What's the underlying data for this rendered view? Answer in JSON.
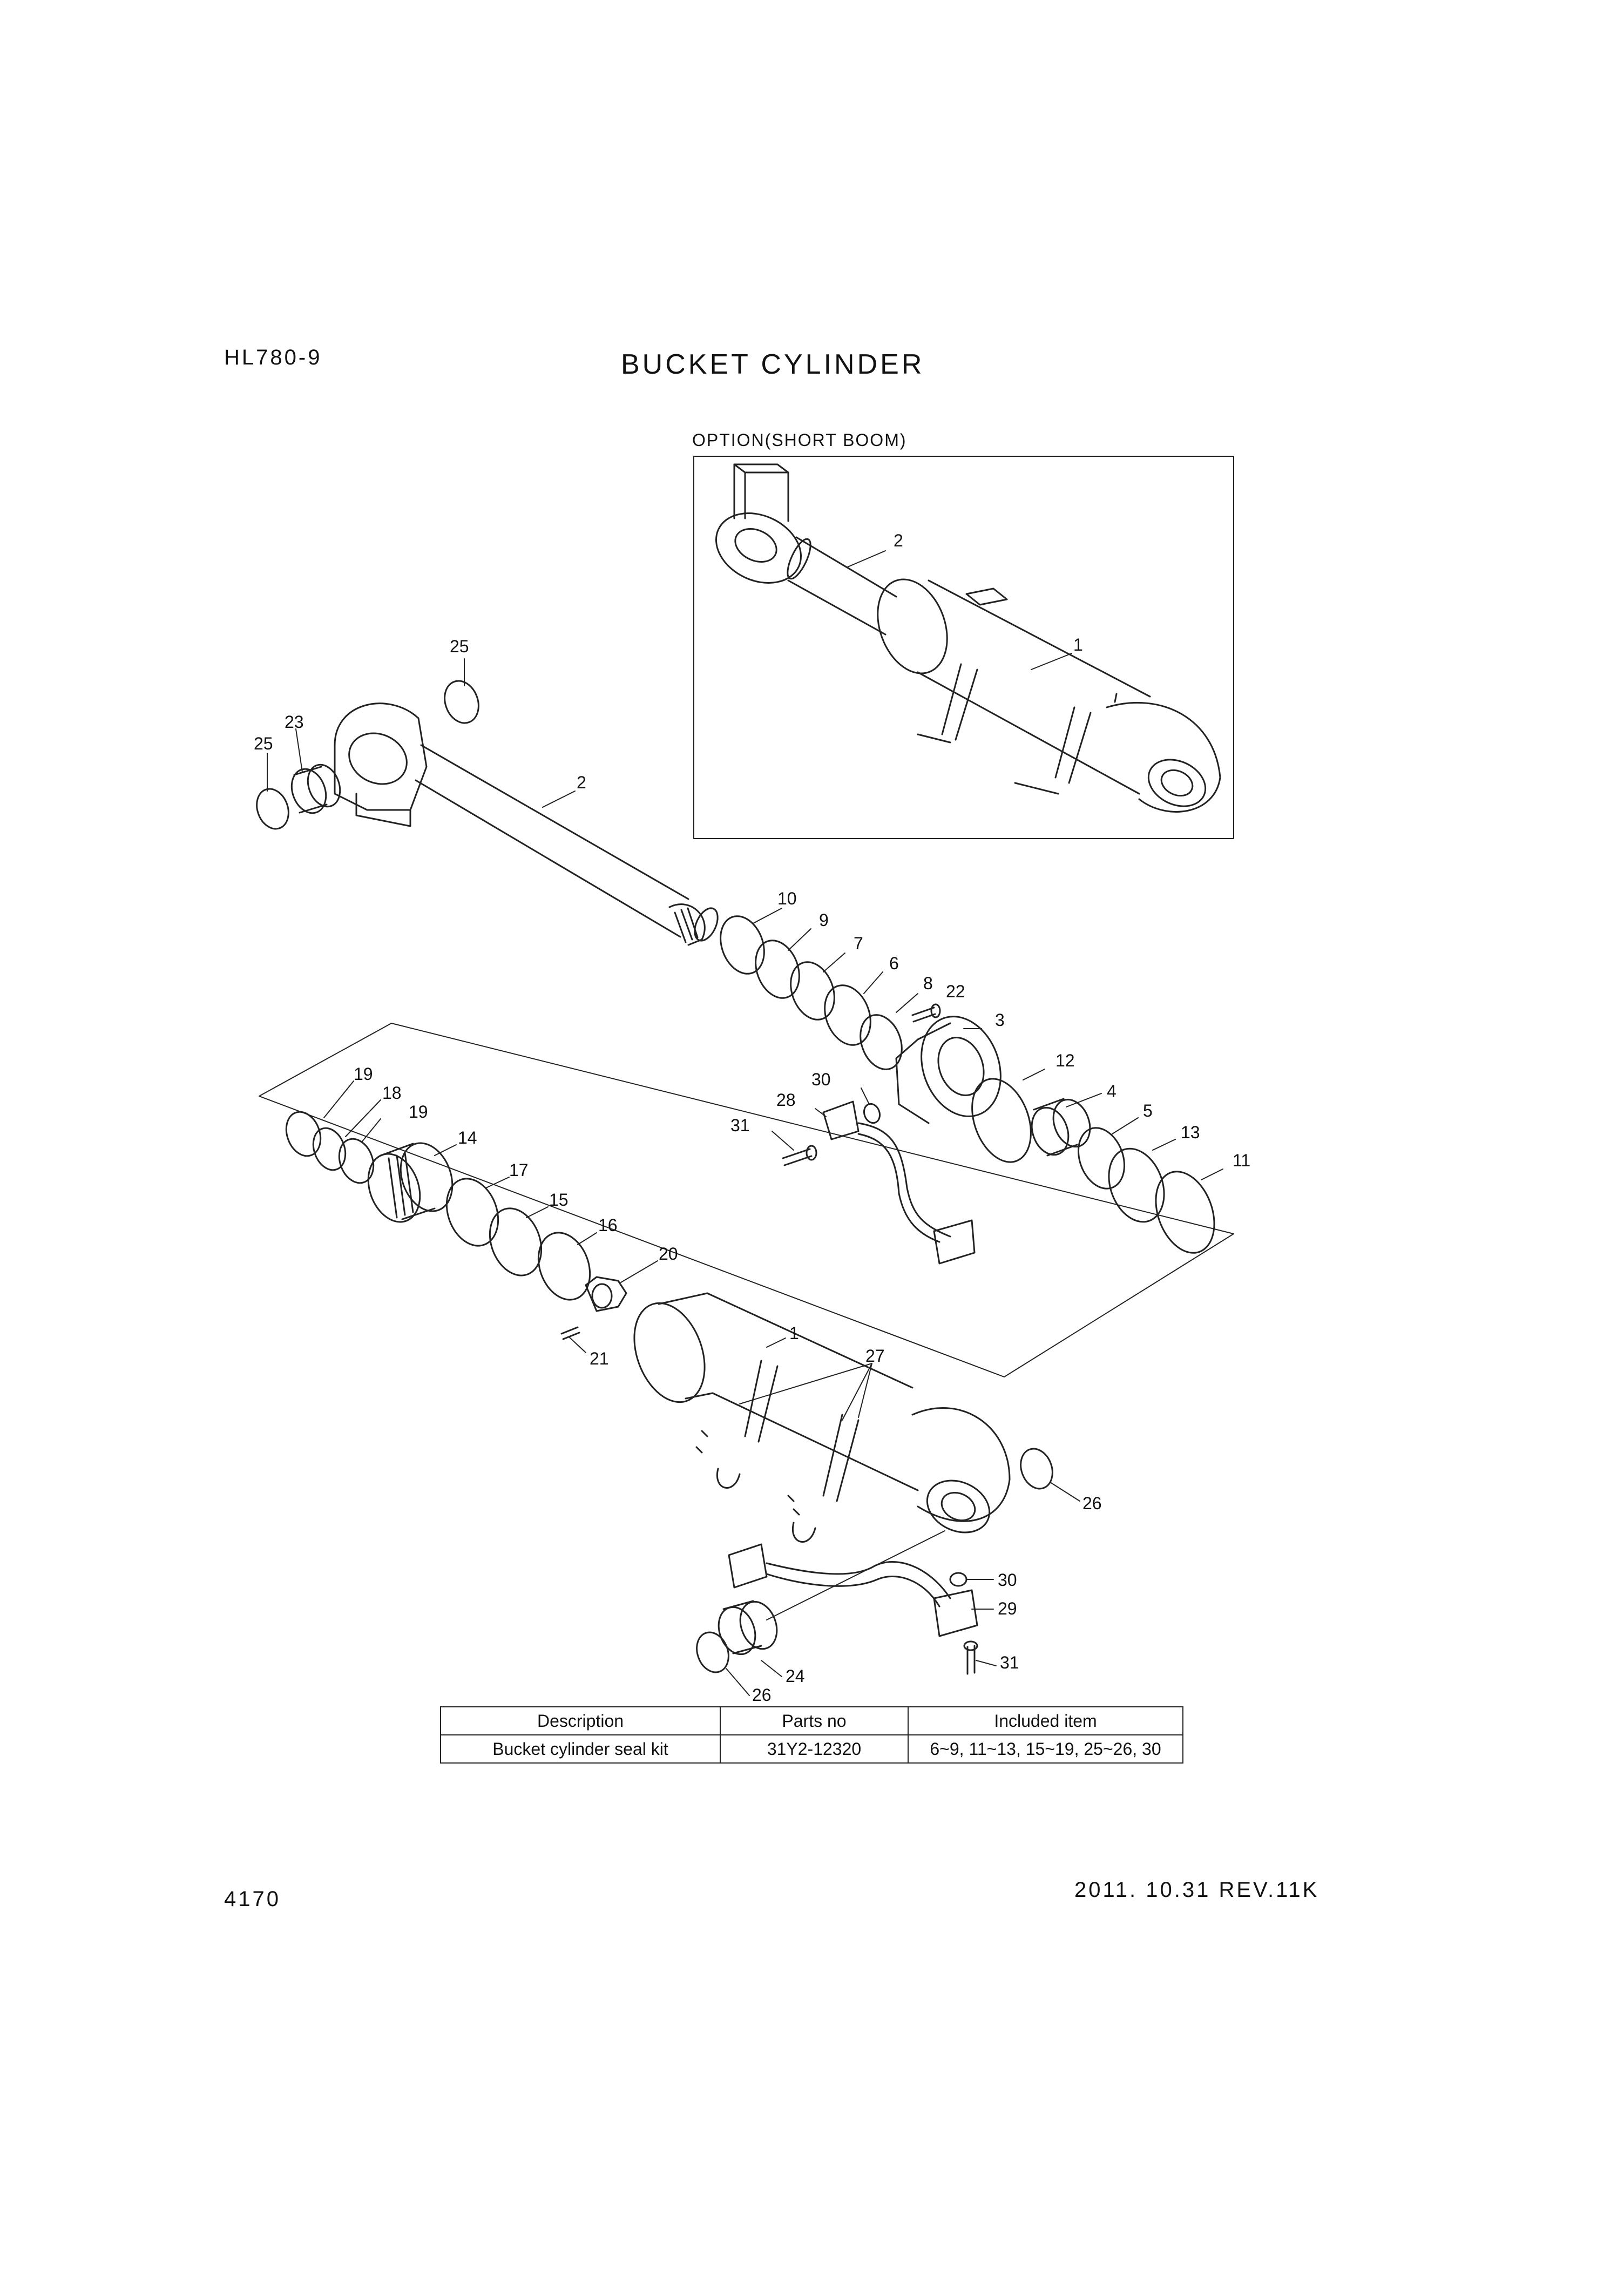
{
  "header": {
    "model": "HL780-9",
    "title": "BUCKET CYLINDER"
  },
  "option_box": {
    "label": "OPTION(SHORT BOOM)"
  },
  "callouts": {
    "opt_2": "2",
    "opt_1": "1",
    "c25a": "25",
    "c25b": "25",
    "c23": "23",
    "c2": "2",
    "c10": "10",
    "c9": "9",
    "c7": "7",
    "c6": "6",
    "c8": "8",
    "c22": "22",
    "c3": "3",
    "c12": "12",
    "c4": "4",
    "c5": "5",
    "c13": "13",
    "c11": "11",
    "c30a": "30",
    "c28": "28",
    "c31a": "31",
    "c19a": "19",
    "c18": "18",
    "c19b": "19",
    "c14": "14",
    "c17": "17",
    "c15": "15",
    "c16": "16",
    "c20": "20",
    "c21": "21",
    "c1": "1",
    "c27": "27",
    "c26a": "26",
    "c30b": "30",
    "c29": "29",
    "c31b": "31",
    "c24": "24",
    "c26b": "26"
  },
  "seal_table": {
    "headers": [
      "Description",
      "Parts no",
      "Included item"
    ],
    "row": [
      "Bucket cylinder seal kit",
      "31Y2-12320",
      "6~9, 11~13, 15~19, 25~26, 30"
    ]
  },
  "footer": {
    "page": "4170",
    "revision": "2011. 10.31 REV.11K"
  }
}
